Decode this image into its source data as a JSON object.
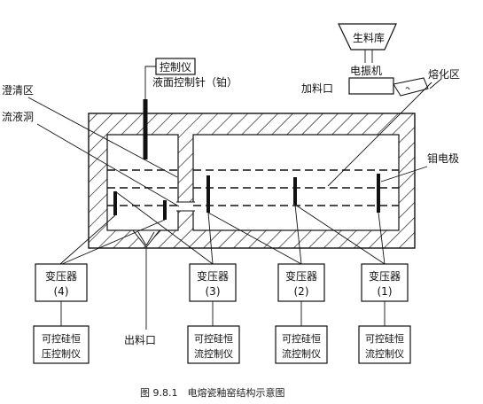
{
  "labels": {
    "raw_material_bin": "生料库",
    "vibrator": "电振机",
    "feed_inlet": "加料口",
    "melting_zone": "熔化区",
    "controller": "控制仪",
    "level_needle": "液面控制针（铂）",
    "refining_zone": "澄清区",
    "throat": "流液洞",
    "mo_electrode": "钼电极",
    "outlet": "出料口"
  },
  "transformers": [
    {
      "name": "变压器",
      "num": "(4)"
    },
    {
      "name": "变压器",
      "num": "(3)"
    },
    {
      "name": "变压器",
      "num": "(2)"
    },
    {
      "name": "变压器",
      "num": "(1)"
    }
  ],
  "controllers": [
    {
      "line1": "可控硅恒",
      "line2": "压控制仪"
    },
    {
      "line1": "可控硅恒",
      "line2": "流控制仪"
    },
    {
      "line1": "可控硅恒",
      "line2": "流控制仪"
    },
    {
      "line1": "可控硅恒",
      "line2": "流控制仪"
    }
  ],
  "caption": "图 9.8.1　电熔瓷釉窑结构示意图"
}
